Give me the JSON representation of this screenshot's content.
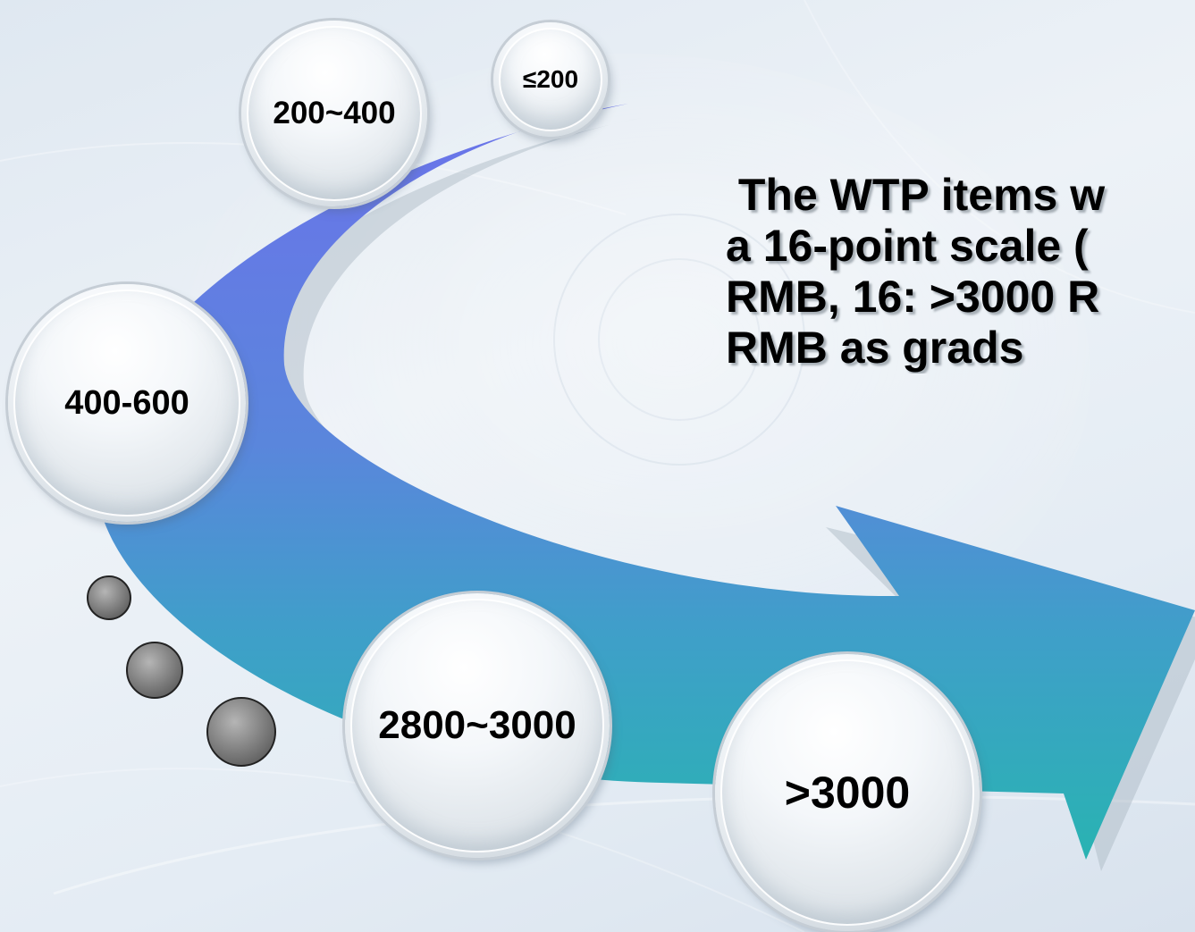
{
  "scale_points": [
    {
      "label": "≤200"
    },
    {
      "label": "200~400"
    },
    {
      "label": "400-600"
    },
    {
      "label": "2800~3000"
    },
    {
      "label": ">3000"
    }
  ],
  "description_lines": [
    " The WTP items w",
    "a 16-point scale (",
    "RMB, 16: >3000 R",
    "RMB as grads"
  ],
  "colors": {
    "arrow_top": "#6b73ea",
    "arrow_mid": "#4a9ed0",
    "arrow_bottom": "#2bb2b3",
    "background": "#e6edf4"
  },
  "icons": {
    "ellipsis_dots": "gray-dot-icon"
  }
}
